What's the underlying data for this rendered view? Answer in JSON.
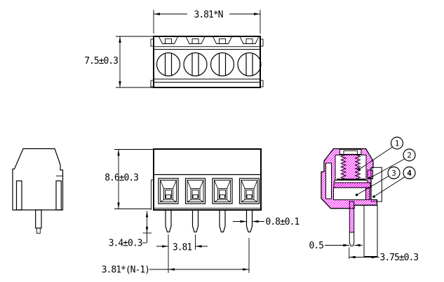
{
  "drawing": {
    "type": "terminal-block-engineering-drawing",
    "background": "#ffffff",
    "line_color": "#000000",
    "hatch_color": "#ff00ff",
    "dims": {
      "top_width": "3.81*N",
      "top_height": "7.5±0.3",
      "front_height": "8.6±0.3",
      "pin_length": "3.4±0.3",
      "pin_pitch": "3.81",
      "pitch_total": "3.81*(N-1)",
      "pin_width": "0.8±0.1",
      "pin_thickness": "0.5",
      "mount_depth": "3.75±0.3"
    },
    "callouts": [
      {
        "label": "1"
      },
      {
        "label": "2"
      },
      {
        "label": "3"
      },
      {
        "label": "4"
      }
    ],
    "pole_count_shown": 4
  }
}
